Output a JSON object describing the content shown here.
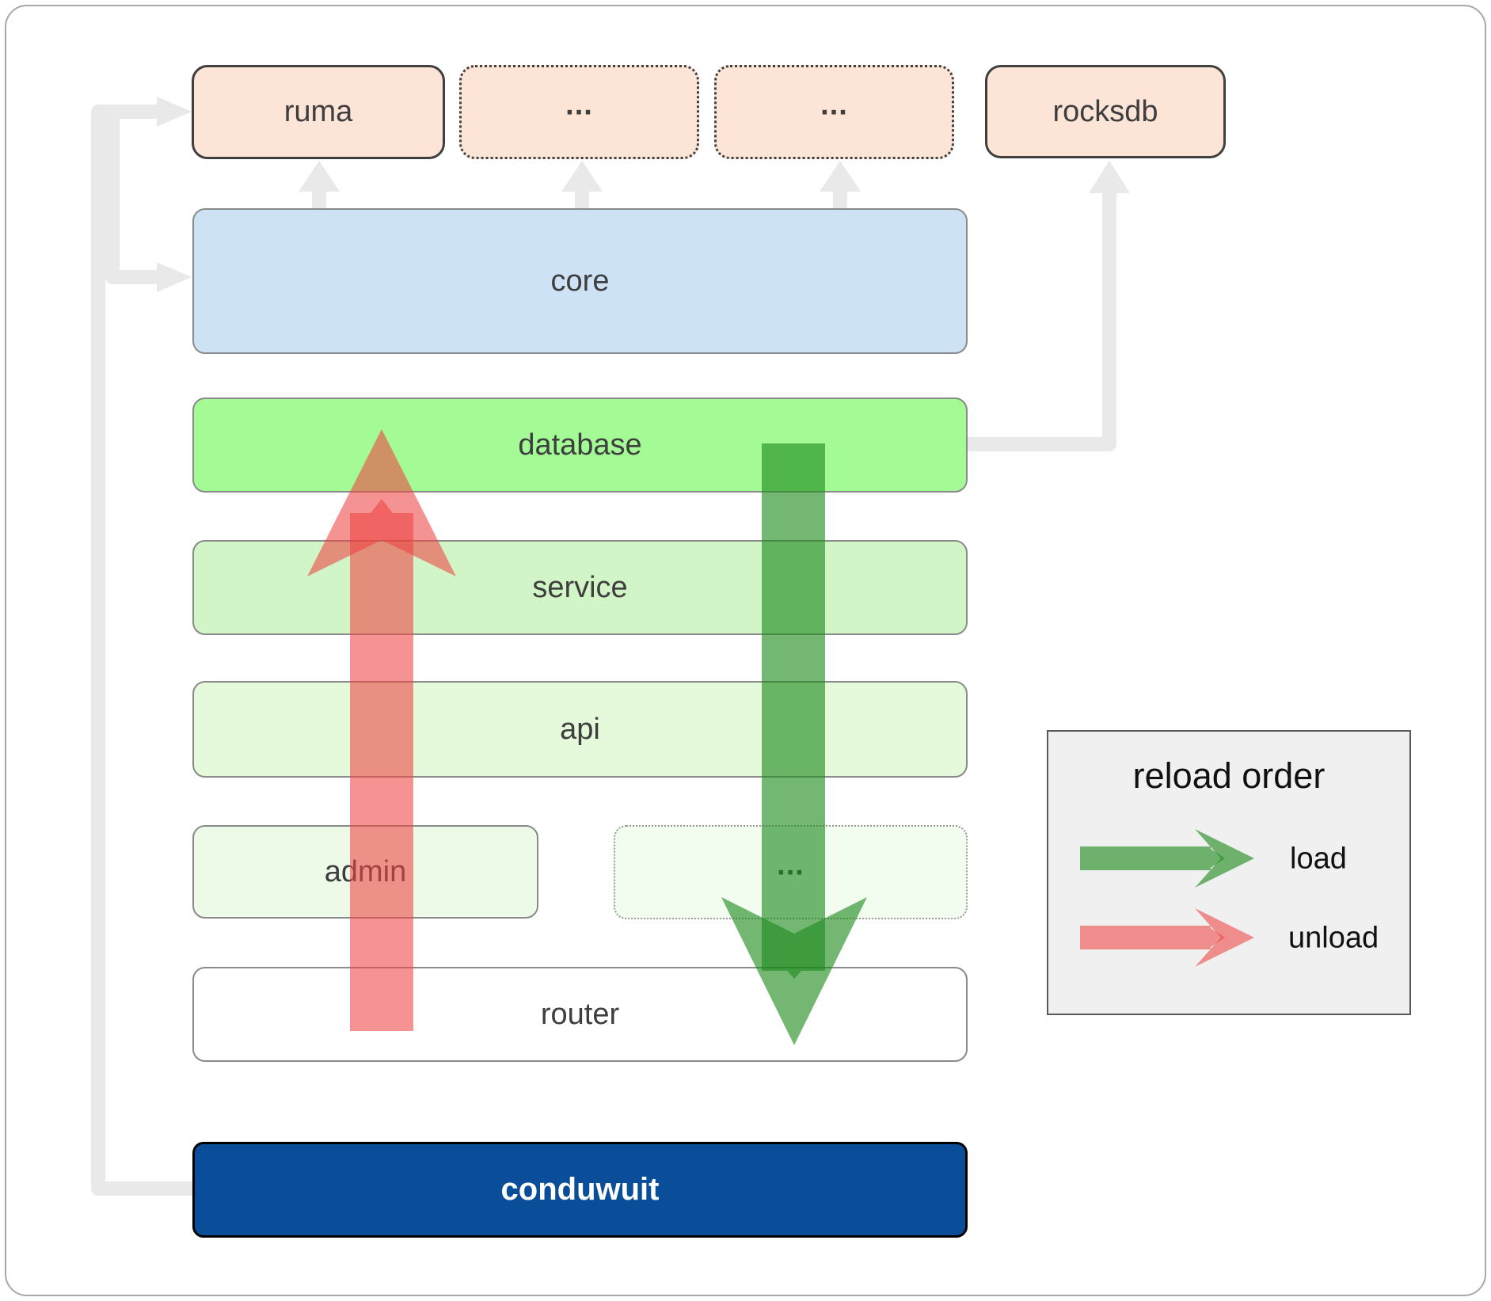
{
  "diagram": {
    "nodes": {
      "ruma": "ruma",
      "dep1": "...",
      "dep2": "...",
      "rocksdb": "rocksdb",
      "core": "core",
      "database": "database",
      "service": "service",
      "api": "api",
      "admin": "admin",
      "service_more": "...",
      "router": "router",
      "conduwuit": "conduwuit"
    },
    "edges": {
      "gray_connectors": [
        "conduwuit -> ruma",
        "conduwuit -> core",
        "core -> ruma",
        "core -> dep1",
        "core -> dep2",
        "database -> rocksdb"
      ],
      "load_arrow": "database -> router (downward)",
      "unload_arrow": "router -> database (upward)"
    },
    "colors": {
      "crate_peach": "#fce5d6",
      "core_blue": "#cee2f6",
      "database_green": "#a4fb95",
      "service_green": "#d2f5c8",
      "api_green": "#e4fadb",
      "admin_green": "#ecfae7",
      "more_green": "#f2fcef",
      "router_white": "#ffffff",
      "conduwuit_blue": "#0a4d99",
      "load_green": "#1d8a1d",
      "unload_red": "#ee4444",
      "connector_gray": "#e9e9e9",
      "legend_bg": "#f0f0f0"
    }
  },
  "legend": {
    "title": "reload order",
    "items": [
      {
        "label": "load"
      },
      {
        "label": "unload"
      }
    ]
  }
}
